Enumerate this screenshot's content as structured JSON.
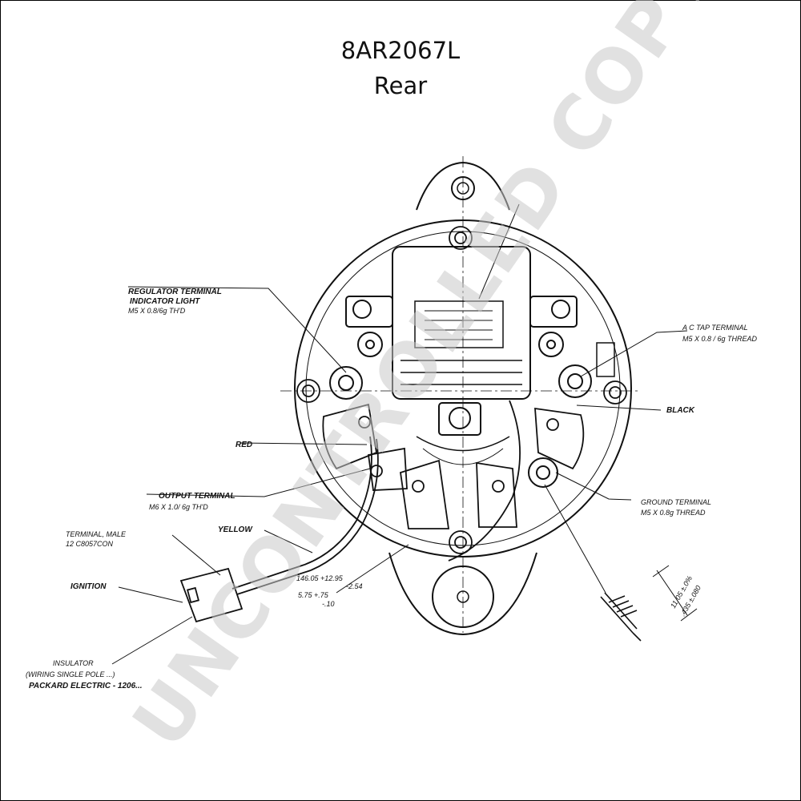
{
  "title": {
    "part_number": "8AR2067L",
    "view": "Rear"
  },
  "labels": {
    "regulator_terminal": [
      "REGULATOR TERMINAL",
      "INDICATOR LIGHT",
      "M5 X 0.8/6g TH'D"
    ],
    "ac_tap_terminal": [
      "A C TAP TERMINAL",
      "M5 X 0.8 / 6g THREAD"
    ],
    "black": "BLACK",
    "red": "RED",
    "output_terminal": [
      "OUTPUT TERMINAL",
      "M6 X 1.0/ 6g TH'D"
    ],
    "ground_terminal": [
      "GROUND TERMINAL",
      "M5 X 0.8g THREAD"
    ],
    "yellow": "YELLOW",
    "terminal_male": [
      "TERMINAL, MALE",
      "12 C8057CON"
    ],
    "ignition": "IGNITION",
    "insulator": [
      "INSULATOR",
      "(WIRING SINGLE POLE ...)",
      "PACKARD ELECTRIC - 1206..."
    ],
    "dim_wire": [
      "146.05 +12.95",
      "-2.54",
      "5.75 +.75",
      "-.10"
    ],
    "dim_ground": [
      "11.05 ±.0%",
      ".435 ±.080"
    ]
  },
  "watermark": "UNCONTROLLED COPY",
  "colors": {
    "line": "#111111",
    "watermark": "#c9c9c9"
  }
}
